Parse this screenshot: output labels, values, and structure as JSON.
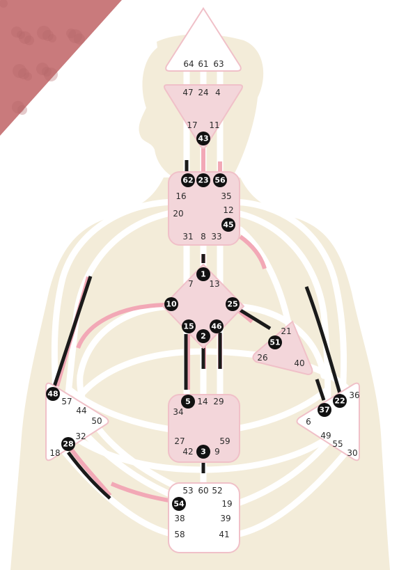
{
  "colors": {
    "background": "#ffffff",
    "silhouette": "#f3ecd9",
    "channel_white": "#ffffff",
    "defined_center": "#f3d6da",
    "undefined_center": "#ffffff",
    "center_stroke": "#f0c0c8",
    "design_line": "#f2a8b6",
    "personality_line": "#1a1a1a",
    "active_gate": "#111111",
    "corner_texture": "#c97a7c"
  },
  "centers": [
    {
      "id": "head",
      "shape": "triangle-up",
      "defined": false
    },
    {
      "id": "ajna",
      "shape": "triangle-down",
      "defined": true
    },
    {
      "id": "throat",
      "shape": "square",
      "defined": true
    },
    {
      "id": "g",
      "shape": "diamond",
      "defined": true
    },
    {
      "id": "ego",
      "shape": "triangle",
      "defined": true
    },
    {
      "id": "sacral",
      "shape": "square",
      "defined": true
    },
    {
      "id": "solar-plexus",
      "shape": "triangle",
      "defined": false
    },
    {
      "id": "spleen",
      "shape": "triangle",
      "defined": false
    },
    {
      "id": "root",
      "shape": "square",
      "defined": false
    }
  ],
  "gates": [
    {
      "num": "64",
      "active": false
    },
    {
      "num": "61",
      "active": false
    },
    {
      "num": "63",
      "active": false
    },
    {
      "num": "47",
      "active": false
    },
    {
      "num": "24",
      "active": false
    },
    {
      "num": "4",
      "active": false
    },
    {
      "num": "17",
      "active": false
    },
    {
      "num": "11",
      "active": false
    },
    {
      "num": "43",
      "active": true
    },
    {
      "num": "62",
      "active": true
    },
    {
      "num": "23",
      "active": true
    },
    {
      "num": "56",
      "active": true
    },
    {
      "num": "16",
      "active": false
    },
    {
      "num": "35",
      "active": false
    },
    {
      "num": "20",
      "active": false
    },
    {
      "num": "12",
      "active": false
    },
    {
      "num": "45",
      "active": true
    },
    {
      "num": "31",
      "active": false
    },
    {
      "num": "8",
      "active": false
    },
    {
      "num": "33",
      "active": false
    },
    {
      "num": "1",
      "active": true
    },
    {
      "num": "7",
      "active": false
    },
    {
      "num": "13",
      "active": false
    },
    {
      "num": "10",
      "active": true
    },
    {
      "num": "25",
      "active": true
    },
    {
      "num": "15",
      "active": true
    },
    {
      "num": "46",
      "active": true
    },
    {
      "num": "2",
      "active": true
    },
    {
      "num": "21",
      "active": false
    },
    {
      "num": "51",
      "active": true
    },
    {
      "num": "26",
      "active": false
    },
    {
      "num": "40",
      "active": false
    },
    {
      "num": "5",
      "active": true
    },
    {
      "num": "14",
      "active": false
    },
    {
      "num": "29",
      "active": false
    },
    {
      "num": "34",
      "active": false
    },
    {
      "num": "27",
      "active": false
    },
    {
      "num": "59",
      "active": false
    },
    {
      "num": "42",
      "active": false
    },
    {
      "num": "3",
      "active": true
    },
    {
      "num": "9",
      "active": false
    },
    {
      "num": "48",
      "active": true
    },
    {
      "num": "57",
      "active": false
    },
    {
      "num": "44",
      "active": false
    },
    {
      "num": "50",
      "active": false
    },
    {
      "num": "32",
      "active": false
    },
    {
      "num": "28",
      "active": true
    },
    {
      "num": "18",
      "active": false
    },
    {
      "num": "36",
      "active": false
    },
    {
      "num": "22",
      "active": true
    },
    {
      "num": "37",
      "active": true
    },
    {
      "num": "6",
      "active": false
    },
    {
      "num": "49",
      "active": false
    },
    {
      "num": "55",
      "active": false
    },
    {
      "num": "30",
      "active": false
    },
    {
      "num": "53",
      "active": false
    },
    {
      "num": "60",
      "active": false
    },
    {
      "num": "52",
      "active": false
    },
    {
      "num": "54",
      "active": true
    },
    {
      "num": "19",
      "active": false
    },
    {
      "num": "38",
      "active": false
    },
    {
      "num": "39",
      "active": false
    },
    {
      "num": "58",
      "active": false
    },
    {
      "num": "41",
      "active": false
    }
  ]
}
